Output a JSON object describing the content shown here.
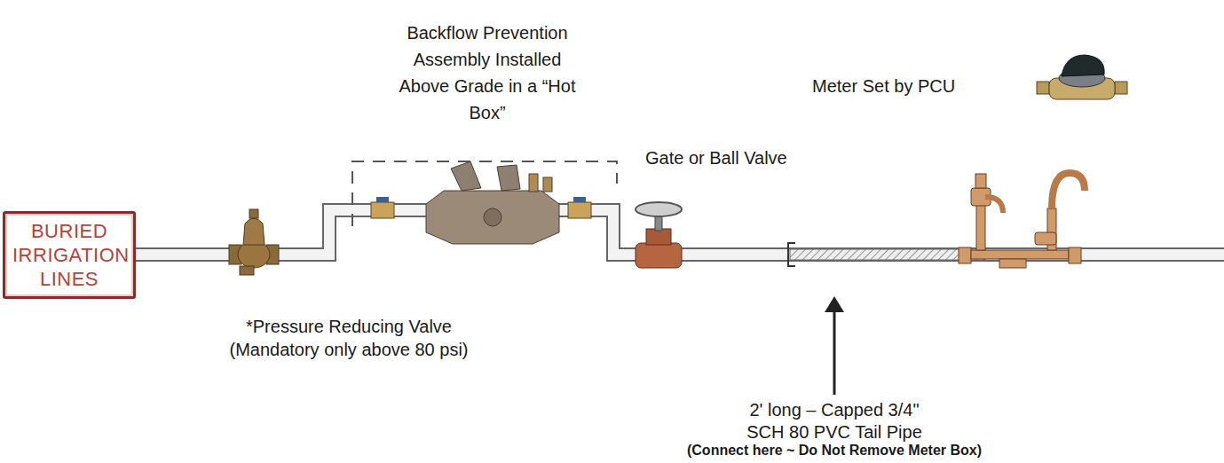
{
  "diagram": {
    "nodes": [
      {
        "text": [
          "BURIED IRRIGATION LINES"
        ]
      }
    ],
    "labels": [
      "Backflow Prevention Assembly Installed Above Grade in a “Hot Box”",
      "Meter Set by PCU",
      "Gate or Ball Valve",
      "*Pressure Reducing Valve (Mandatory only above 80 psi)",
      "2' long – Capped 3/4\" SCH 80 PVC Tail Pipe",
      "(Connect here ~ Do Not Remove Meter Box)"
    ]
  }
}
